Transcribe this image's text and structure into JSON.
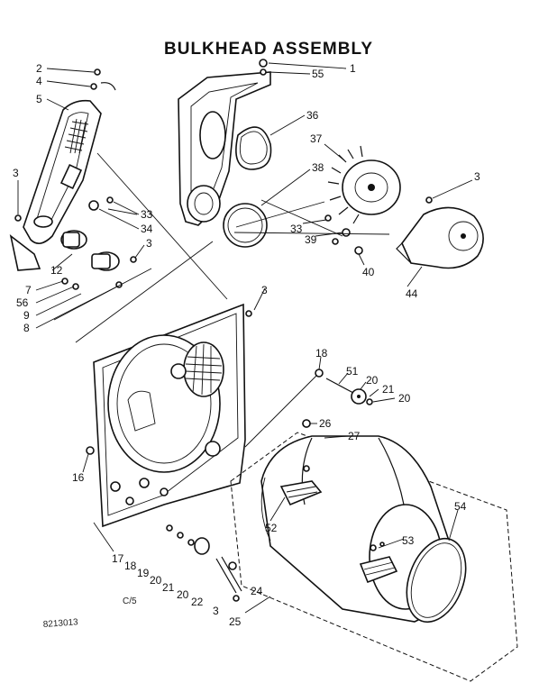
{
  "title": "BULKHEAD ASSEMBLY",
  "callouts": {
    "c2": "2",
    "c4": "4",
    "c5": "5",
    "c3a": "3",
    "c12": "12",
    "c7": "7",
    "c56": "56",
    "c9": "9",
    "c8": "8",
    "c33a": "33",
    "c34": "34",
    "c3b": "3",
    "c1": "1",
    "c55": "55",
    "c36": "36",
    "c37": "37",
    "c38": "38",
    "c3c": "3",
    "c33b": "33",
    "c39": "39",
    "c40": "40",
    "c44": "44",
    "c3d": "3",
    "c18a": "18",
    "c51": "51",
    "c20a": "20",
    "c21a": "21",
    "c20b": "20",
    "c26": "26",
    "c27": "27",
    "c16": "16",
    "c52": "52",
    "c54": "54",
    "c53": "53",
    "c17": "17",
    "c18b": "18",
    "c19": "19",
    "c20c": "20",
    "c21b": "21",
    "c20d": "20",
    "c22": "22",
    "c24": "24",
    "c3e": "3",
    "c25": "25"
  },
  "notes": {
    "code": "C/5",
    "drawing_number": "8213013"
  }
}
